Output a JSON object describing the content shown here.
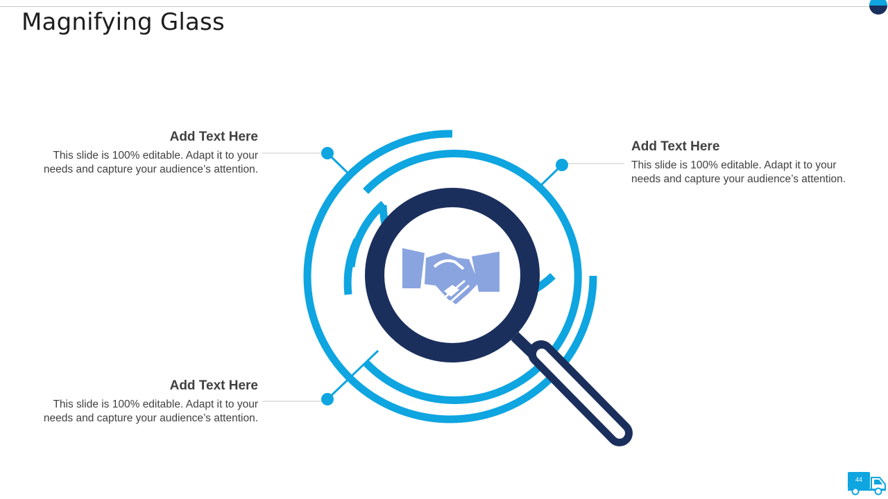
{
  "slide": {
    "title": "Magnifying Glass",
    "page_number": "44"
  },
  "blocks": [
    {
      "heading": "Add Text Here",
      "body": "This slide is 100% editable. Adapt it to your needs and capture your  audience’s attention."
    },
    {
      "heading": "Add Text Here",
      "body": "This slide is 100% editable. Adapt it to your needs and capture your  audience’s attention."
    },
    {
      "heading": "Add Text Here",
      "body": "This slide is 100% editable. Adapt it to your needs and capture your  audience’s attention."
    }
  ],
  "icons": {
    "center": "handshake-icon",
    "magnifier": "magnifying-glass-icon",
    "badge": "delivery-truck-icon"
  },
  "colors": {
    "ring_blue": "#0ea5e0",
    "navy": "#1b2f5c",
    "handshake": "#8aa4df",
    "connector_gray": "#c8c8c8",
    "text": "#404040"
  }
}
